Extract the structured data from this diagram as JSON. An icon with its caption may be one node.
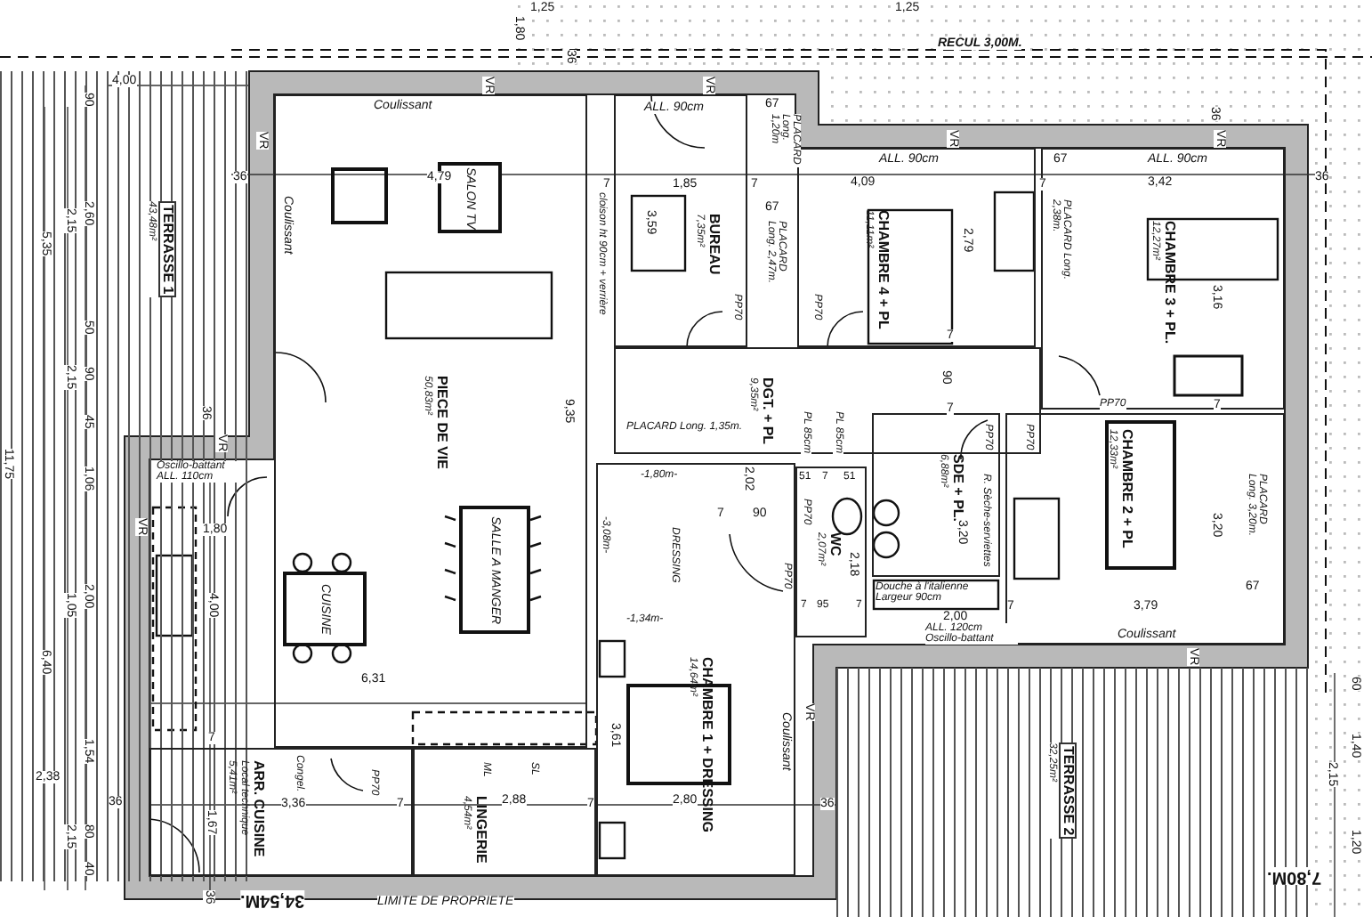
{
  "diagram": {
    "nodes": [
      {
        "text": [
          "TERRASSE 1",
          "43,48m²"
        ]
      },
      {
        "text": [
          "PIECE DE VIE",
          "50,83m²"
        ]
      },
      {
        "text": [
          "SALON TV"
        ],
        "in": 1
      },
      {
        "text": [
          "SALLE A MANGER"
        ],
        "in": 1
      },
      {
        "text": [
          "CUISINE"
        ],
        "in": 1
      },
      {
        "text": [
          "BUREAU",
          "7,35m²"
        ]
      },
      {
        "text": [
          "CHAMBRE 4 + PL",
          "11,11m²"
        ]
      },
      {
        "text": [
          "CHAMBRE 3 + PL.",
          "12,27m²"
        ]
      },
      {
        "text": [
          "DGT. + PL",
          "9,35m²"
        ]
      },
      {
        "text": [
          "WC",
          "2,07m²"
        ]
      },
      {
        "text": [
          "SDE + PL.",
          "6,88m²"
        ]
      },
      {
        "text": [
          "CHAMBRE 2 + PL",
          "12,33m²"
        ]
      },
      {
        "text": [
          "CHAMBRE 1 + DRESSING",
          "14,64m²"
        ]
      },
      {
        "text": [
          "LINGERIE",
          "4,54m²"
        ]
      },
      {
        "text": [
          "ARR. CUISINE",
          "Local technique",
          "5,41m²"
        ]
      },
      {
        "text": [
          "TERRASSE 2",
          "32,25m²"
        ]
      }
    ],
    "labels": [
      "1,25",
      "1,25",
      "RECUL 3,00M.",
      "4,00",
      "90",
      "2,15",
      "2,60",
      "5,35",
      "50",
      "2,15",
      "90",
      "45",
      "11,75",
      "1,06",
      "1,05",
      "2,00",
      "6,40",
      "1,54",
      "2,38",
      "2,15",
      "80",
      "40",
      "Coulissant",
      "VR",
      "36",
      "4,79",
      "Coulissant",
      "1,80",
      "36",
      "VR",
      "VR",
      "ALL. 90cm",
      "67",
      "PLACARD Long. 1,20m",
      "7",
      "1,85",
      "7",
      "3,59",
      "cloison ht 90cm + verrière",
      "67",
      "PLACARD Long. 2,47m.",
      "PP70",
      "PP70",
      "VR",
      "ALL. 90cm",
      "4,09",
      "7",
      "67",
      "2,79",
      "PLACARD Long. 2,38m.",
      "VR",
      "36",
      "ALL. 90cm",
      "3,42",
      "36",
      "3,16",
      "7",
      "90",
      "7",
      "PP70",
      "7",
      "9,35",
      "PLACARD Long. 1,35m.",
      "PL 85cm",
      "PL 85cm",
      "-1,80m-",
      "51",
      "7",
      "51",
      "-3,08m-",
      "DRESSING",
      "-1,34m-",
      "2,02",
      "7",
      "90",
      "PP70",
      "PP70",
      "2,18",
      "7",
      "95",
      "7",
      "Douche à l'italienne Largeur 90cm",
      "PP70",
      "PP70",
      "R. Sèche-serviettes",
      "3,20",
      "3,20",
      "PLACARD Long. 3,20m.",
      "67",
      "3,79",
      "2,00",
      "7",
      "ALL. 120cm Oscillo-battant",
      "Coulissant",
      "VR",
      "60",
      "1,40",
      "2,15",
      "1,20",
      "7,80M.",
      "Oscillo-battant ALL. 110cm",
      "VR",
      "1,80",
      "4,00",
      "6,31",
      "7",
      "Congel.",
      "PP70",
      "ML",
      "SL",
      "3,61",
      "Coulissant",
      "VR",
      "36",
      "1,67",
      "3,36",
      "7",
      "2,88",
      "7",
      "2,80",
      "36",
      "36",
      "34,54M.",
      "LIMITE DE PROPRIETE",
      "VR",
      "36"
    ]
  }
}
